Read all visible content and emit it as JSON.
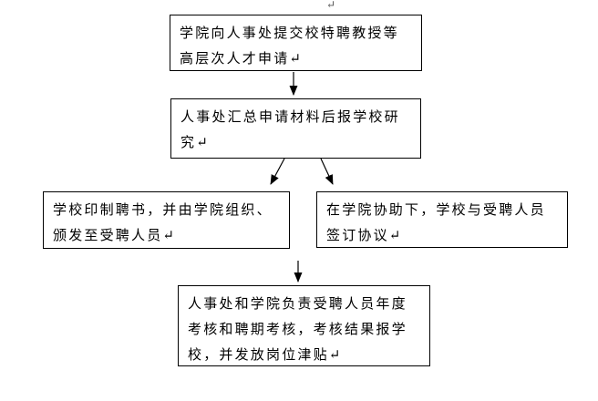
{
  "page": {
    "background": "#ffffff",
    "border_color": "#000000",
    "text_color": "#000000",
    "arrow_color": "#000000",
    "stray_return_mark": "↵"
  },
  "flowchart": {
    "nodes": [
      {
        "id": "apply",
        "text": "学院向人事处提交校特聘教授等\n高层次人才申请↵"
      },
      {
        "id": "summarize",
        "text": "人事处汇总申请材料后报学校研\n究↵"
      },
      {
        "id": "issue",
        "text": "学校印制聘书，并由学院组织、\n颁发至受聘人员↵"
      },
      {
        "id": "sign",
        "text": "在学院协助下，学校与受聘人员\n签订协议↵"
      },
      {
        "id": "assess",
        "text": "人事处和学院负责受聘人员年度\n考核和聘期考核，考核结果报学\n校，并发放岗位津贴↵"
      }
    ],
    "connections": [
      {
        "from": "apply",
        "to": "summarize"
      },
      {
        "from": "summarize",
        "to": "issue"
      },
      {
        "from": "summarize",
        "to": "sign"
      },
      {
        "from": "sign",
        "to": "assess"
      }
    ]
  }
}
